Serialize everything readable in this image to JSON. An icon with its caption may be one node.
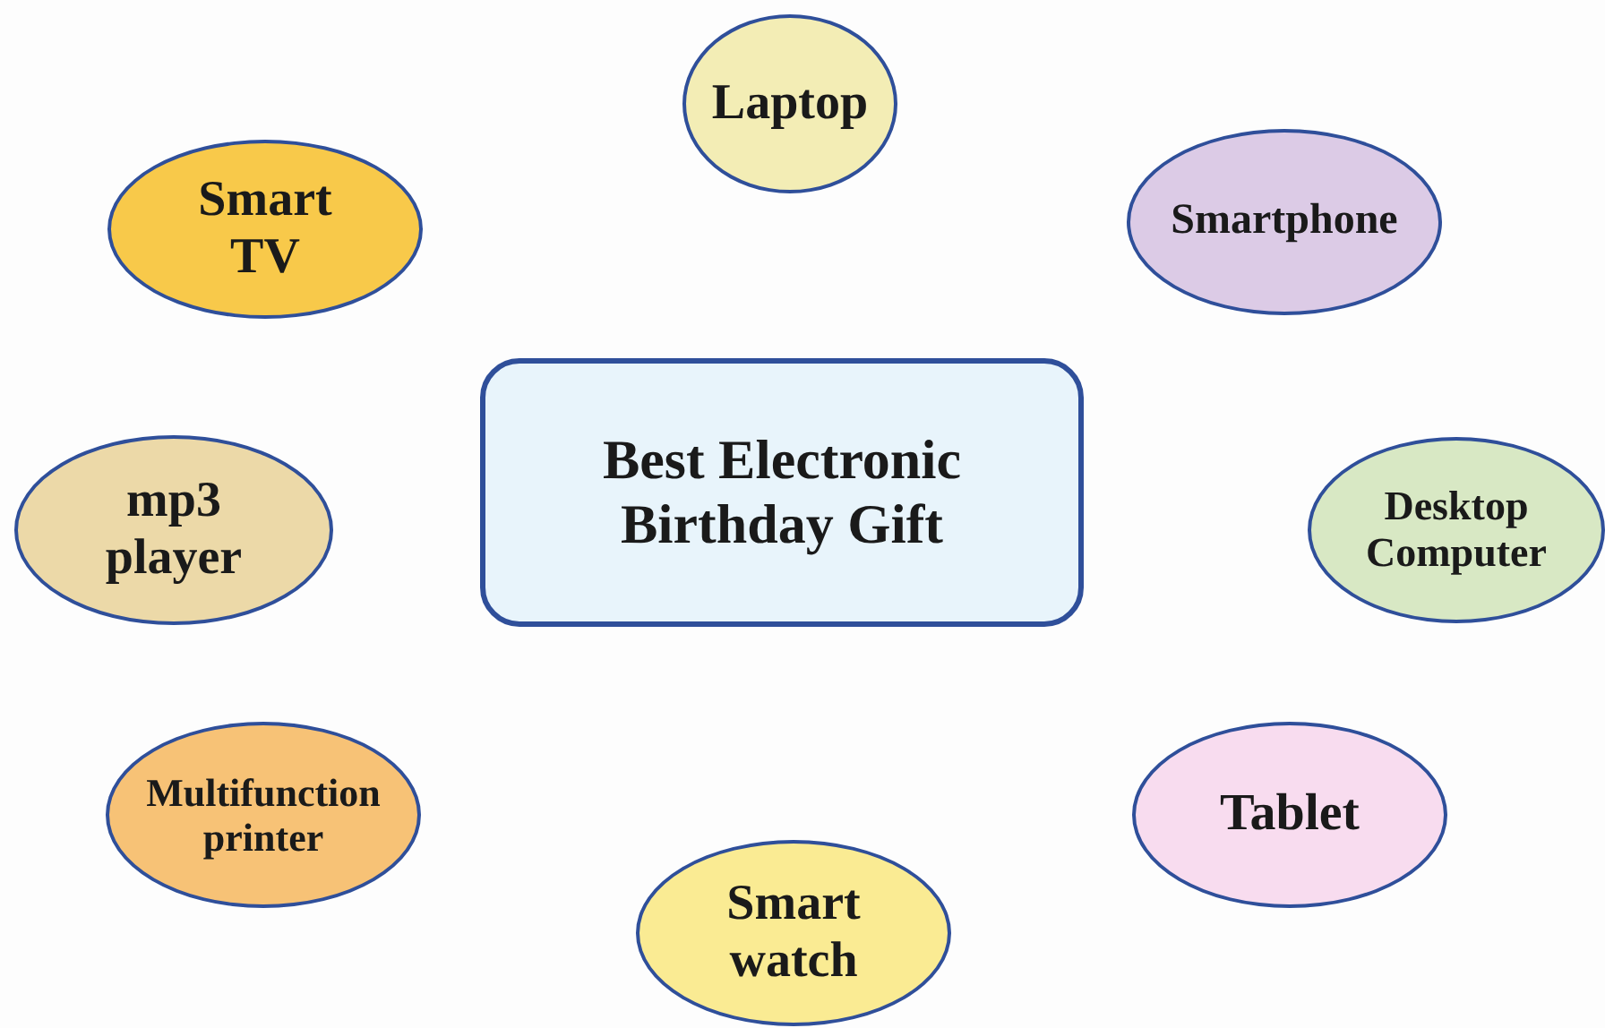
{
  "diagram": {
    "nodes": [
      {
        "text": [
          "Laptop"
        ]
      },
      {
        "text": [
          "Smart TV"
        ]
      },
      {
        "text": [
          "Smartphone"
        ]
      },
      {
        "text": [
          "Best Electronic Birthday Gift"
        ]
      },
      {
        "text": [
          "mp3 player"
        ]
      },
      {
        "text": [
          "Desktop Computer"
        ]
      },
      {
        "text": [
          "Multifunction printer"
        ]
      },
      {
        "text": [
          "Tablet"
        ]
      },
      {
        "text": [
          "Smart watch"
        ]
      }
    ]
  }
}
